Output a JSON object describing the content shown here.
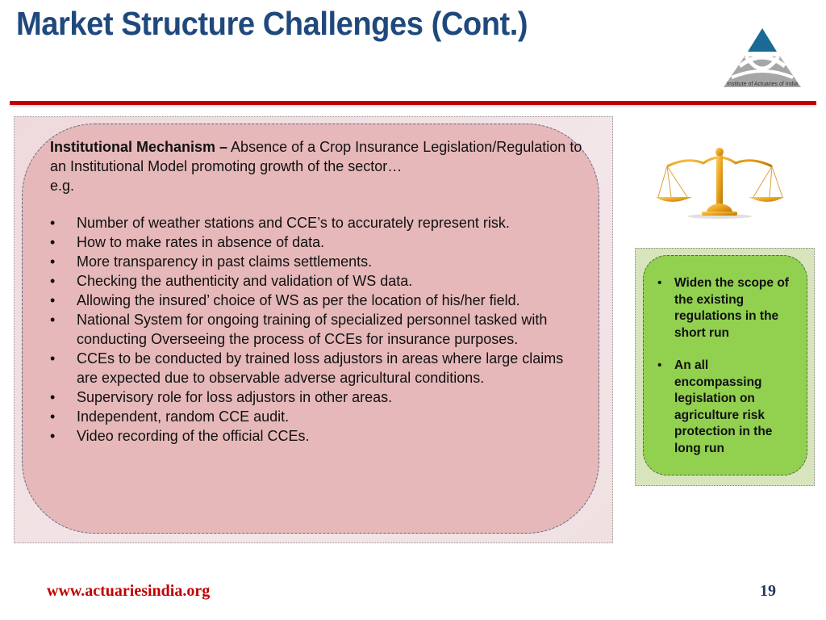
{
  "slide": {
    "title": "Market Structure Challenges (Cont.)",
    "logo": {
      "icon": "actuaries-triangle-logo-icon",
      "caption": "Institute of Actuaries of India",
      "colors": {
        "apex": "#1b6a96",
        "base": "#a6a6a6"
      }
    },
    "accent_rule_color": "#c00000"
  },
  "left_panel": {
    "heading_bold": "Institutional Mechanism –",
    "heading_text": " Absence of a Crop Insurance Legislation/Regulation to an Institutional Model promoting growth of the sector…",
    "eg": "e.g.",
    "bullet_glyph": "•",
    "items": [
      "Number of weather stations and CCE’s to accurately represent risk.",
      "How to make rates in absence of data.",
      "More transparency in past claims settlements.",
      "Checking the authenticity and validation of WS data.",
      "Allowing the insured’ choice of WS as per the location of his/her field.",
      "National System for ongoing training of specialized personnel tasked with conducting Overseeing the process of CCEs for insurance purposes.",
      "CCEs to be conducted by trained loss adjustors in areas where large claims are expected due to observable adverse agricultural conditions.",
      "Supervisory role for loss adjustors in other areas.",
      "Independent, random CCE audit.",
      "Video recording of the official CCEs."
    ],
    "colors": {
      "box": "#e6b8b9",
      "frame": "#f0e0e2"
    }
  },
  "right_panel": {
    "image_icon": "scales-of-justice-icon",
    "bullet_glyph": "•",
    "items": [
      "Widen the scope of the existing regulations in the short run",
      "An all encompassing legislation on agriculture risk protection in the long run"
    ],
    "colors": {
      "box": "#92d050",
      "frame": "#d8e4bc"
    }
  },
  "footer": {
    "url": "www.actuariesindia.org",
    "page_number": "19"
  }
}
